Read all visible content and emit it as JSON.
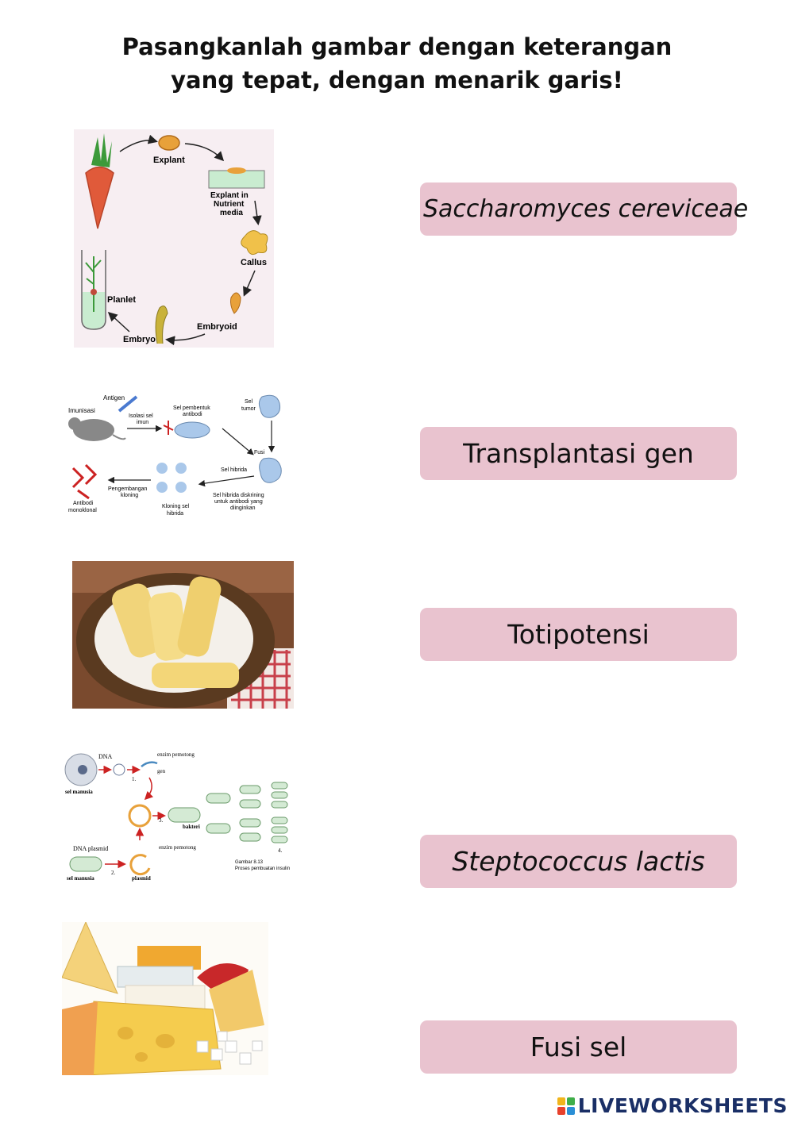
{
  "title": {
    "line1": "Pasangkanlah gambar dengan keterangan",
    "line2": "yang tepat, dengan menarik garis!"
  },
  "labels": [
    "Saccharomyces cereviceae",
    "Transplantasi gen",
    "Totipotensi",
    "Steptococcus lactis",
    "Fusi sel"
  ],
  "image1": {
    "explant": "Explant",
    "explant_media_1": "Explant in",
    "explant_media_2": "Nutrient",
    "explant_media_3": "media",
    "callus": "Callus",
    "embryoid": "Embryoid",
    "embryo": "Embryo",
    "planlet": "Planlet"
  },
  "image2": {
    "antigen": "Antigen",
    "imunisasi": "Imunisasi",
    "isolasi_1": "Isolasi sel",
    "isolasi_2": "imun",
    "sel_pembentuk_1": "Sel pembentuk",
    "sel_pembentuk_2": "antibodi",
    "sel_tumor_1": "Sel",
    "sel_tumor_2": "tumor",
    "fusi": "Fusi",
    "sel_hibrida": "Sel hibrida",
    "pengembangan_1": "Pengembangan",
    "pengembangan_2": "kloning",
    "antibodi_1": "Antibodi",
    "antibodi_2": "monoklonal",
    "kloning_1": "Kloning sel",
    "kloning_2": "hibrida",
    "diskrining_1": "Sel hibrida diskrining",
    "diskrining_2": "untuk antibodi yang",
    "diskrining_3": "diinginkan"
  },
  "image4": {
    "dna": "DNA",
    "enzim1": "enzim pemotong",
    "gen": "gen",
    "sel_manusia_1": "sel manusia",
    "step1": "1.",
    "step3": "3.",
    "bakteri": "bakteri",
    "dna_plasmid": "DNA  plasmid",
    "enzim2": "enzim pemotong",
    "sel_manusia_2": "sel manusia",
    "step2": "2.",
    "plasmid": "plasmid",
    "step4": "4.",
    "gambar_1": "Gambar 8.13",
    "gambar_2": "Proses pembuatan insulin"
  },
  "brand": {
    "text": "LIVEWORKSHEETS",
    "logo_colors": [
      "#f1b51c",
      "#3fae49",
      "#e8412c",
      "#2a8fd6"
    ]
  }
}
